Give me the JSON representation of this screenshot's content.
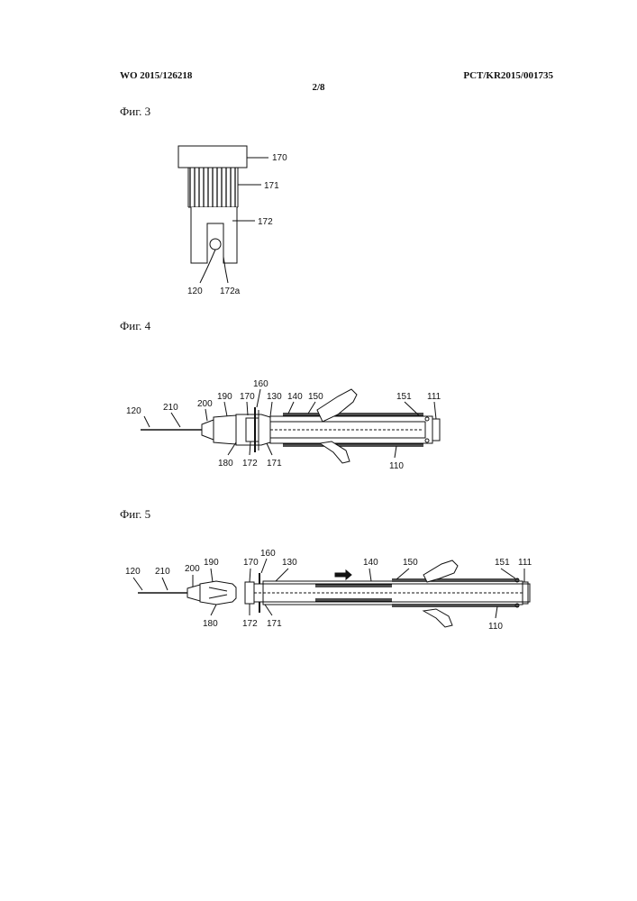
{
  "header": {
    "publication_number": "WO 2015/126218",
    "application_number": "PCT/KR2015/001735",
    "sheet": "2/8"
  },
  "figures": [
    {
      "title": "Фиг. 3",
      "labels": [
        "170",
        "171",
        "172",
        "120",
        "172a"
      ]
    },
    {
      "title": "Фиг. 4",
      "labels": [
        "120",
        "210",
        "200",
        "190",
        "170",
        "160",
        "130",
        "140",
        "150",
        "151",
        "111",
        "180",
        "172",
        "171",
        "110"
      ]
    },
    {
      "title": "Фиг. 5",
      "labels": [
        "120",
        "210",
        "200",
        "190",
        "170",
        "160",
        "130",
        "140",
        "150",
        "151",
        "111",
        "180",
        "172",
        "171",
        "110"
      ]
    }
  ]
}
